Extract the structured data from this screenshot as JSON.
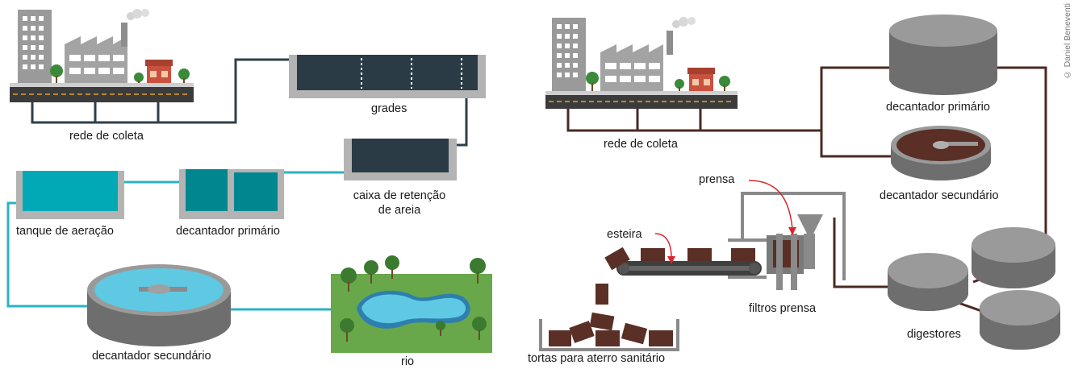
{
  "credit": "© Daniel Beneventi",
  "left": {
    "labels": {
      "rede_coleta": "rede de coleta",
      "grades": "grades",
      "caixa_line1": "caixa de retenção",
      "caixa_line2": "de areia",
      "tanque": "tanque de aeração",
      "decantador_primario": "decantador primário",
      "decantador_secundario": "decantador secundário",
      "rio": "rio"
    }
  },
  "right": {
    "labels": {
      "rede_coleta": "rede de coleta",
      "decantador_primario": "decantador primário",
      "decantador_secundario": "decantador secundário",
      "prensa": "prensa",
      "esteira": "esteira",
      "filtros_prensa": "filtros prensa",
      "digestores": "digestores",
      "tortas": "tortas para aterro sanitário"
    }
  },
  "colors": {
    "pipe_dark": "#2f3f48",
    "pipe_teal": "#2ab3c4",
    "pipe_brown": "#4a2a22",
    "water_light": "#5fc9e3",
    "water_teal": "#00a9b5",
    "water_dark_teal": "#00868f",
    "grit_dark": "#2b3b45",
    "sludge": "#5a2f26",
    "concrete": "#8a8a8a",
    "grass": "#68a84a"
  }
}
